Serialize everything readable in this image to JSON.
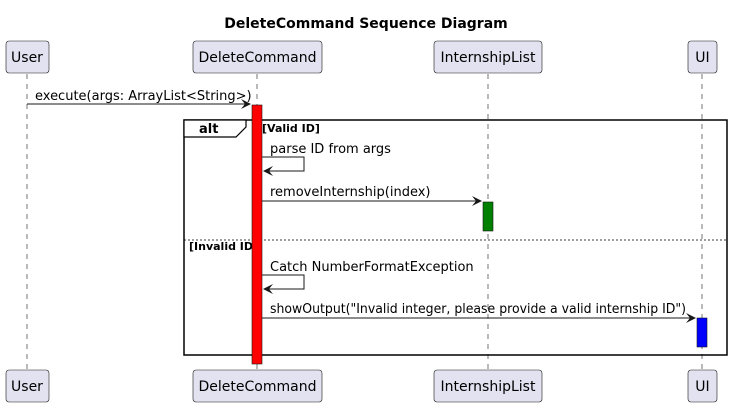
{
  "diagram": {
    "title": "DeleteCommand Sequence Diagram",
    "participants": [
      {
        "id": "user",
        "label": "User"
      },
      {
        "id": "delete",
        "label": "DeleteCommand"
      },
      {
        "id": "internship",
        "label": "InternshipList"
      },
      {
        "id": "ui",
        "label": "UI"
      }
    ],
    "alt": {
      "keyword": "alt",
      "guards": [
        "[Valid ID]",
        "[Invalid ID]"
      ]
    },
    "messages": [
      {
        "id": "execute",
        "label": "execute(args: ArrayList<String>)"
      },
      {
        "id": "parse",
        "label": "parse ID from args"
      },
      {
        "id": "remove",
        "label": "removeInternship(index)"
      },
      {
        "id": "catch",
        "label": "Catch NumberFormatException"
      },
      {
        "id": "show",
        "label": "showOutput(\"Invalid integer, please provide a valid internship ID\")"
      }
    ],
    "colors": {
      "participant_fill": "#E2E2F0",
      "participant_stroke": "#181818",
      "delete_activation": "#FF0000",
      "internship_activation": "#008000",
      "ui_activation": "#0000FF"
    }
  }
}
